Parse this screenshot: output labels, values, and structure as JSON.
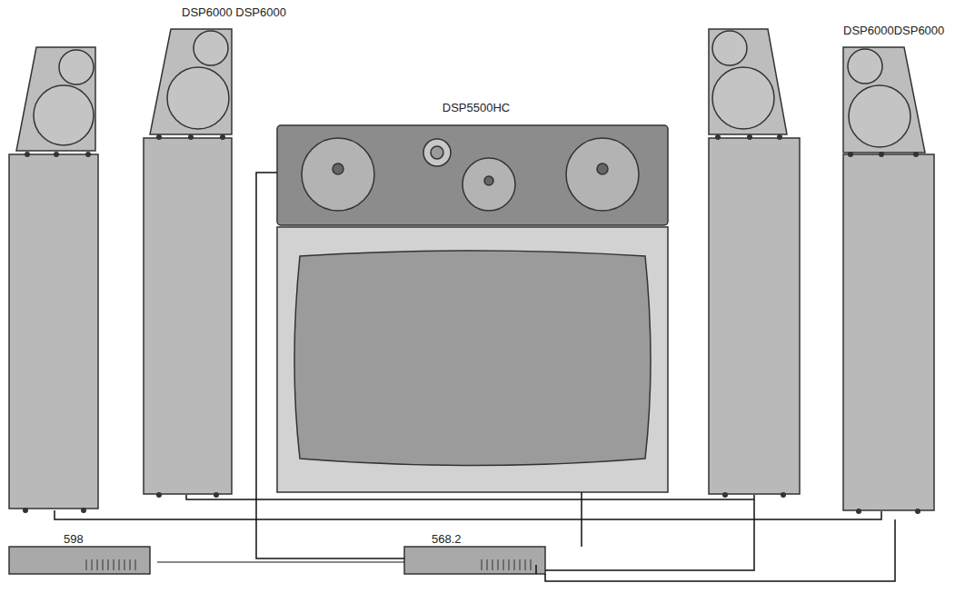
{
  "diagram": {
    "nodes": [
      {
        "text": [
          "DSP5500HC"
        ]
      },
      {
        "text": [
          "598"
        ]
      },
      {
        "text": [
          "568.2"
        ]
      }
    ],
    "edges": [
      {
        "from": 0,
        "to": 2,
        "arrow": "none"
      },
      {
        "from": 1,
        "to": 2,
        "arrow": "none"
      }
    ],
    "labels": [
      "DSP6000 DSP6000",
      "DSP6000DSP6000"
    ]
  }
}
